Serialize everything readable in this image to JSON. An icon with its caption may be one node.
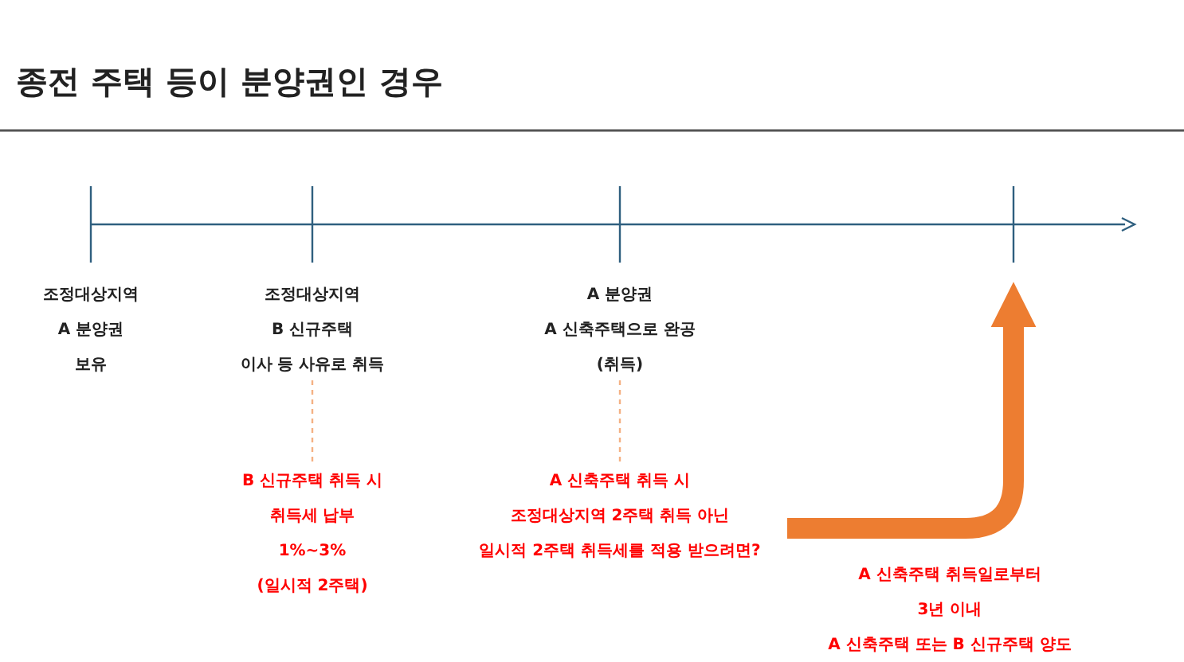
{
  "diagram": {
    "title": "종전 주택 등이 분양권인 경우",
    "nodes": [
      {
        "text": [
          "조정대상지역",
          "A 분양권",
          "보유"
        ]
      },
      {
        "text": [
          "조정대상지역",
          "B 신규주택",
          "이사 등 사유로 취득"
        ]
      },
      {
        "text": [
          "A 분양권",
          "A 신축주택으로 완공",
          "(취득)"
        ]
      },
      {
        "text": [
          "B 신규주택 취득 시",
          "취득세 납부",
          "1%~3%",
          "(일시적 2주택)"
        ]
      },
      {
        "text": [
          "A 신축주택 취득 시",
          "조정대상지역 2주택 취득 아닌",
          "일시적 2주택 취득세를 적용 받으려면?"
        ]
      },
      {
        "text": [
          "A 신축주택 취득일로부터",
          "3년 이내",
          "A 신축주택 또는 B 신규주택 양도"
        ]
      }
    ],
    "edges": [
      {
        "from": 1,
        "to": 3,
        "arrow": "none",
        "style": "dashed",
        "color": "#f4b183"
      },
      {
        "from": 2,
        "to": 4,
        "arrow": "none",
        "style": "dashed",
        "color": "#f4b183"
      },
      {
        "from": 4,
        "to": null,
        "arrow": "to",
        "style": "thick",
        "color": "#ed7d31"
      }
    ]
  }
}
